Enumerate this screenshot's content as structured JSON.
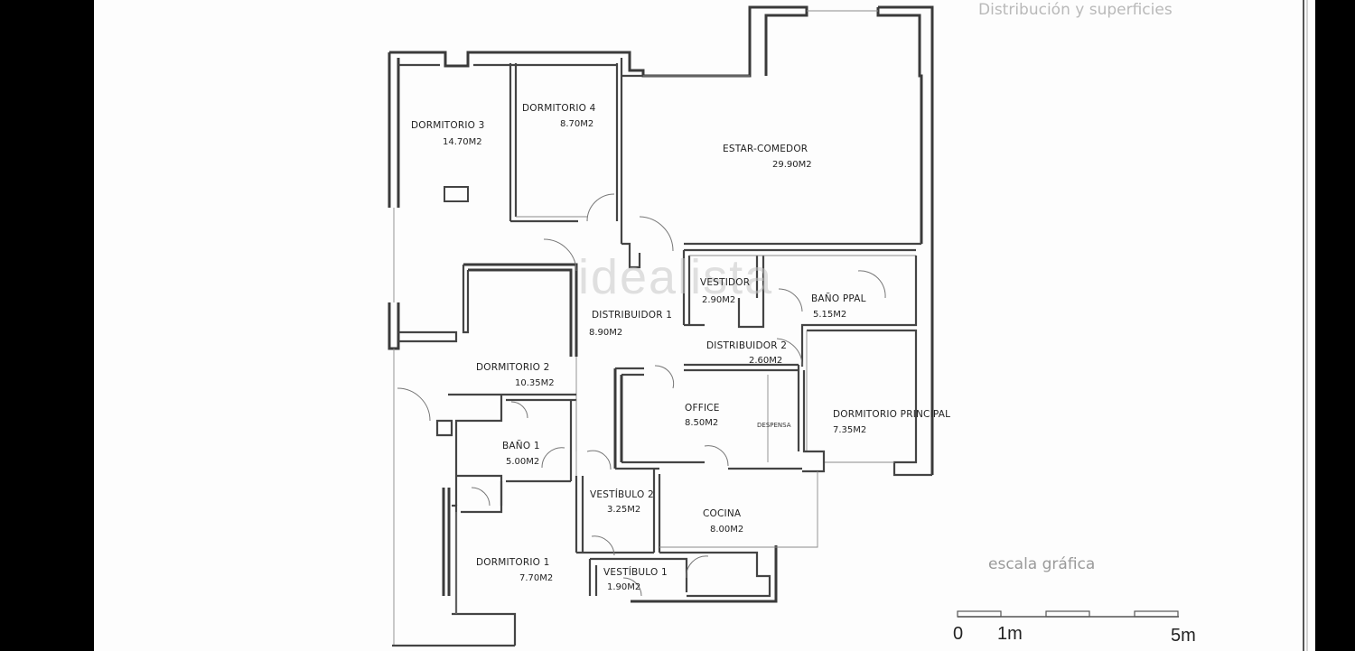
{
  "header": {
    "title": "Distribución y superficies"
  },
  "watermark": "idealista",
  "rooms": {
    "dormitorio_3": {
      "name": "DORMITORIO 3",
      "area": "14.70M2"
    },
    "dormitorio_4": {
      "name": "DORMITORIO 4",
      "area": "8.70M2"
    },
    "estar_comedor": {
      "name": "ESTAR-COMEDOR",
      "area": "29.90M2"
    },
    "vestidor": {
      "name": "VESTIDOR",
      "area": "2.90M2"
    },
    "bano_ppal": {
      "name": "BAÑO PPAL",
      "area": "5.15M2"
    },
    "distribuidor_1": {
      "name": "DISTRIBUIDOR 1",
      "area": "8.90M2"
    },
    "distribuidor_2": {
      "name": "DISTRIBUIDOR 2",
      "area": "2.60M2"
    },
    "dormitorio_2": {
      "name": "DORMITORIO 2",
      "area": "10.35M2"
    },
    "office": {
      "name": "OFFICE",
      "area": "8.50M2"
    },
    "despensa": {
      "name": "DESPENSA"
    },
    "dormitorio_principal": {
      "name": "DORMITORIO PRINCIPAL",
      "area": "7.35M2"
    },
    "bano_1": {
      "name": "BAÑO 1",
      "area": "5.00M2"
    },
    "vestibulo_2": {
      "name": "VESTÍBULO 2",
      "area": "3.25M2"
    },
    "cocina": {
      "name": "COCINA",
      "area": "8.00M2"
    },
    "dormitorio_1": {
      "name": "DORMITORIO 1",
      "area": "7.70M2"
    },
    "vestibulo_1": {
      "name": "VESTÍBULO 1",
      "area": "1.90M2"
    }
  },
  "scale": {
    "title": "escala gráfica",
    "label_0": "0",
    "label_1m": "1m",
    "label_5m": "5m"
  },
  "colors": {
    "background": "#000000",
    "sheet": "#fdfdfd",
    "wall": "#444444"
  }
}
